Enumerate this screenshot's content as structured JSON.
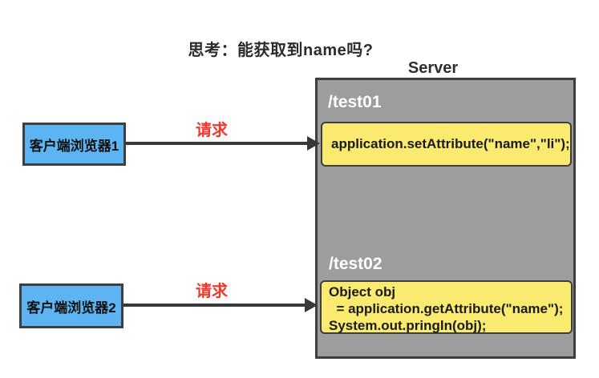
{
  "title": "思考：能获取到name吗?",
  "server": {
    "label": "Server",
    "endpoints": [
      {
        "path": "/test01",
        "code_lines": [
          "application.setAttribute(\"name\",\"li\");"
        ]
      },
      {
        "path": "/test02",
        "code_lines": [
          "Object obj",
          "  = application.getAttribute(\"name\");",
          "System.out.pringln(obj);"
        ]
      }
    ]
  },
  "clients": [
    {
      "label": "客户端浏览器1"
    },
    {
      "label": "客户端浏览器2"
    }
  ],
  "arrows": [
    {
      "label": "请求"
    },
    {
      "label": "请求"
    }
  ],
  "colors": {
    "client_fill": "#5CB5F2",
    "server_fill": "#9D9D9D",
    "code_fill": "#FAEA6F",
    "border": "#3E3E3E",
    "request_label": "#F0382E",
    "title_text": "#2B2B2B",
    "path_text": "#FFFFFF",
    "arrow": "#383838"
  }
}
